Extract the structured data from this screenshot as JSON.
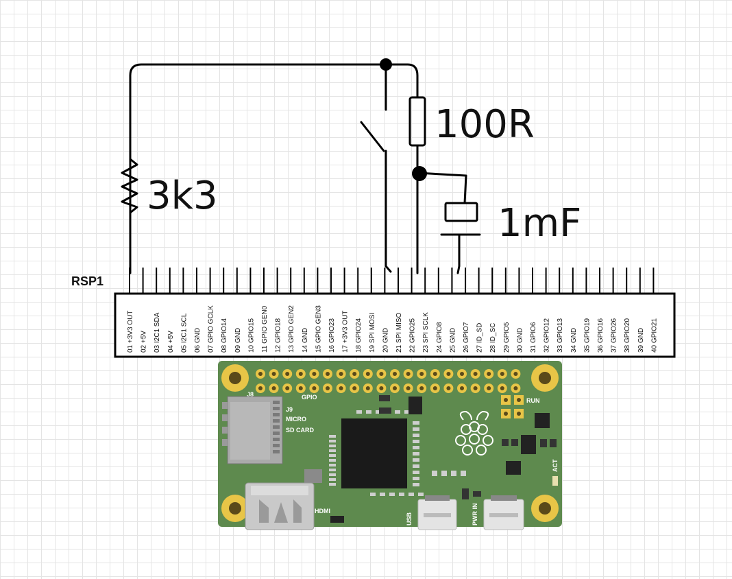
{
  "schematic": {
    "header_label": "RSP1",
    "components": {
      "resistor_pullup": "3k3",
      "resistor_series": "100R",
      "capacitor": "1mF"
    },
    "pins": [
      "01 +3V3 OUT",
      "02 +5V",
      "03 I2C1 SDA",
      "04 +5V",
      "05 I2C1 SCL",
      "06 GND",
      "07 GPIO GCLK",
      "08 GPIO14",
      "09 GND",
      "10 GPIO15",
      "11 GPIO GEN0",
      "12 GPIO18",
      "13 GPIO GEN2",
      "14 GND",
      "15 GPIO GEN3",
      "16 GPIO23",
      "17 +3V3 OUT",
      "18 GPIO24",
      "19 SPI MOSI",
      "20 GND",
      "21 SPI MISO",
      "22 GPIO25",
      "23 SPI SCLK",
      "24 GPIO8",
      "25 GND",
      "26 GPIO7",
      "27 ID_SD",
      "28 ID_SC",
      "29 GPIO5",
      "30 GND",
      "31 GPIO6",
      "32 GPIO12",
      "33 GPIO13",
      "34 GND",
      "35 GPIO19",
      "36 GPIO16",
      "37 GPIO26",
      "38 GPIO20",
      "39 GND",
      "40 GPIO21"
    ]
  },
  "board": {
    "labels": {
      "j8": "J8",
      "gpio": "GPIO",
      "j9": "J9",
      "micro": "MICRO",
      "sd_card": "SD CARD",
      "run": "RUN",
      "hdmi": "HDMI",
      "usb": "USB",
      "pwr_in": "PWR IN",
      "act": "ACT"
    },
    "colors": {
      "pcb": "#5e8a4e",
      "copper": "#e8c547",
      "chip": "#1a1a1a",
      "wire": "#000000"
    }
  }
}
